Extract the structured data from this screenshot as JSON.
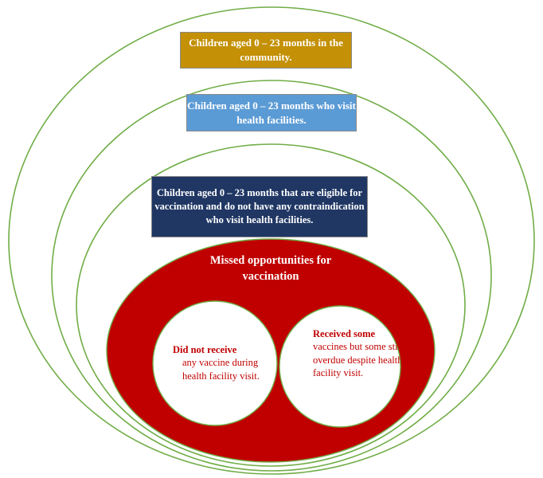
{
  "colors": {
    "ring_stroke": "#70ad47",
    "community_box": "#c39006",
    "facility_box": "#5b9bd5",
    "eligible_box": "#203764",
    "missed_fill": "#c00000",
    "subcircle_fill": "#ffffff",
    "subcircle_text": "#c00000"
  },
  "rings": {
    "outer": {
      "text": "Children aged 0 – 23 months in the community."
    },
    "middle": {
      "text": "Children aged 0 – 23 months who visit health facilities."
    },
    "inner": {
      "text": "Children aged 0 – 23 months that are eligible for vaccination and do not have any contraindication who visit health facilities."
    }
  },
  "missed": {
    "title": "Missed opportunities for vaccination",
    "left": {
      "lead": "Did not receive",
      "rest": "any vaccine during health facility visit."
    },
    "right": {
      "lead": "Received some",
      "rest": "vaccines but some still overdue despite health facility visit."
    }
  }
}
